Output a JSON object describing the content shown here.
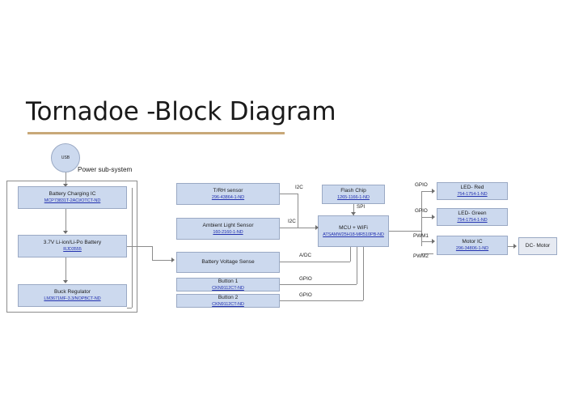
{
  "slide": {
    "title": "Tornadoe -Block Diagram",
    "accent_color": "#c8a878",
    "block_fill": "#ccd9ee",
    "block_stroke": "#9aa9c4",
    "link_color": "#2433b0"
  },
  "labels": {
    "power_subsystem": "Power sub-system",
    "usb": "USB"
  },
  "power_blocks": [
    {
      "name": "Battery Charging IC",
      "part": "MCP73831T-2ACI/OTCT-ND"
    },
    {
      "name": "3.7V Li-ion/Li-Po Battery",
      "part": "RJD3555"
    },
    {
      "name": "Buck Regulator",
      "part": "LM3671MF-3.3/NOPBCT-ND"
    }
  ],
  "peripheral_blocks": [
    {
      "name": "T/RH sensor",
      "part": "296-43864-1-ND"
    },
    {
      "name": "Ambient Light Sensor",
      "part": "160-2160-1-ND"
    },
    {
      "name": "Battery Voltage Sense",
      "part": ""
    },
    {
      "name": "Button 1",
      "part": "CKN9112CT-ND"
    },
    {
      "name": "Button 2",
      "part": "CKN9112CT-ND"
    }
  ],
  "core_blocks": [
    {
      "name": "Flash Chip",
      "part": "1265-1166-1-ND"
    },
    {
      "name": "MCU + WiFi",
      "part": "ATSAMW25H18-MR510PB-ND"
    }
  ],
  "output_blocks": [
    {
      "name": "LED- Red",
      "part": "754-1754-1-ND"
    },
    {
      "name": "LED- Green",
      "part": "754-1754-1-ND"
    },
    {
      "name": "Motor IC",
      "part": "296-34806-1-ND"
    },
    {
      "name": "DC- Motor",
      "part": ""
    }
  ],
  "signals": {
    "left": [
      "I2C",
      "I2C",
      "A/DC",
      "GPIO",
      "GPIO"
    ],
    "flash": "SPI",
    "right": [
      "GPIO",
      "GPIO",
      "PWM1",
      "PWM2"
    ]
  }
}
